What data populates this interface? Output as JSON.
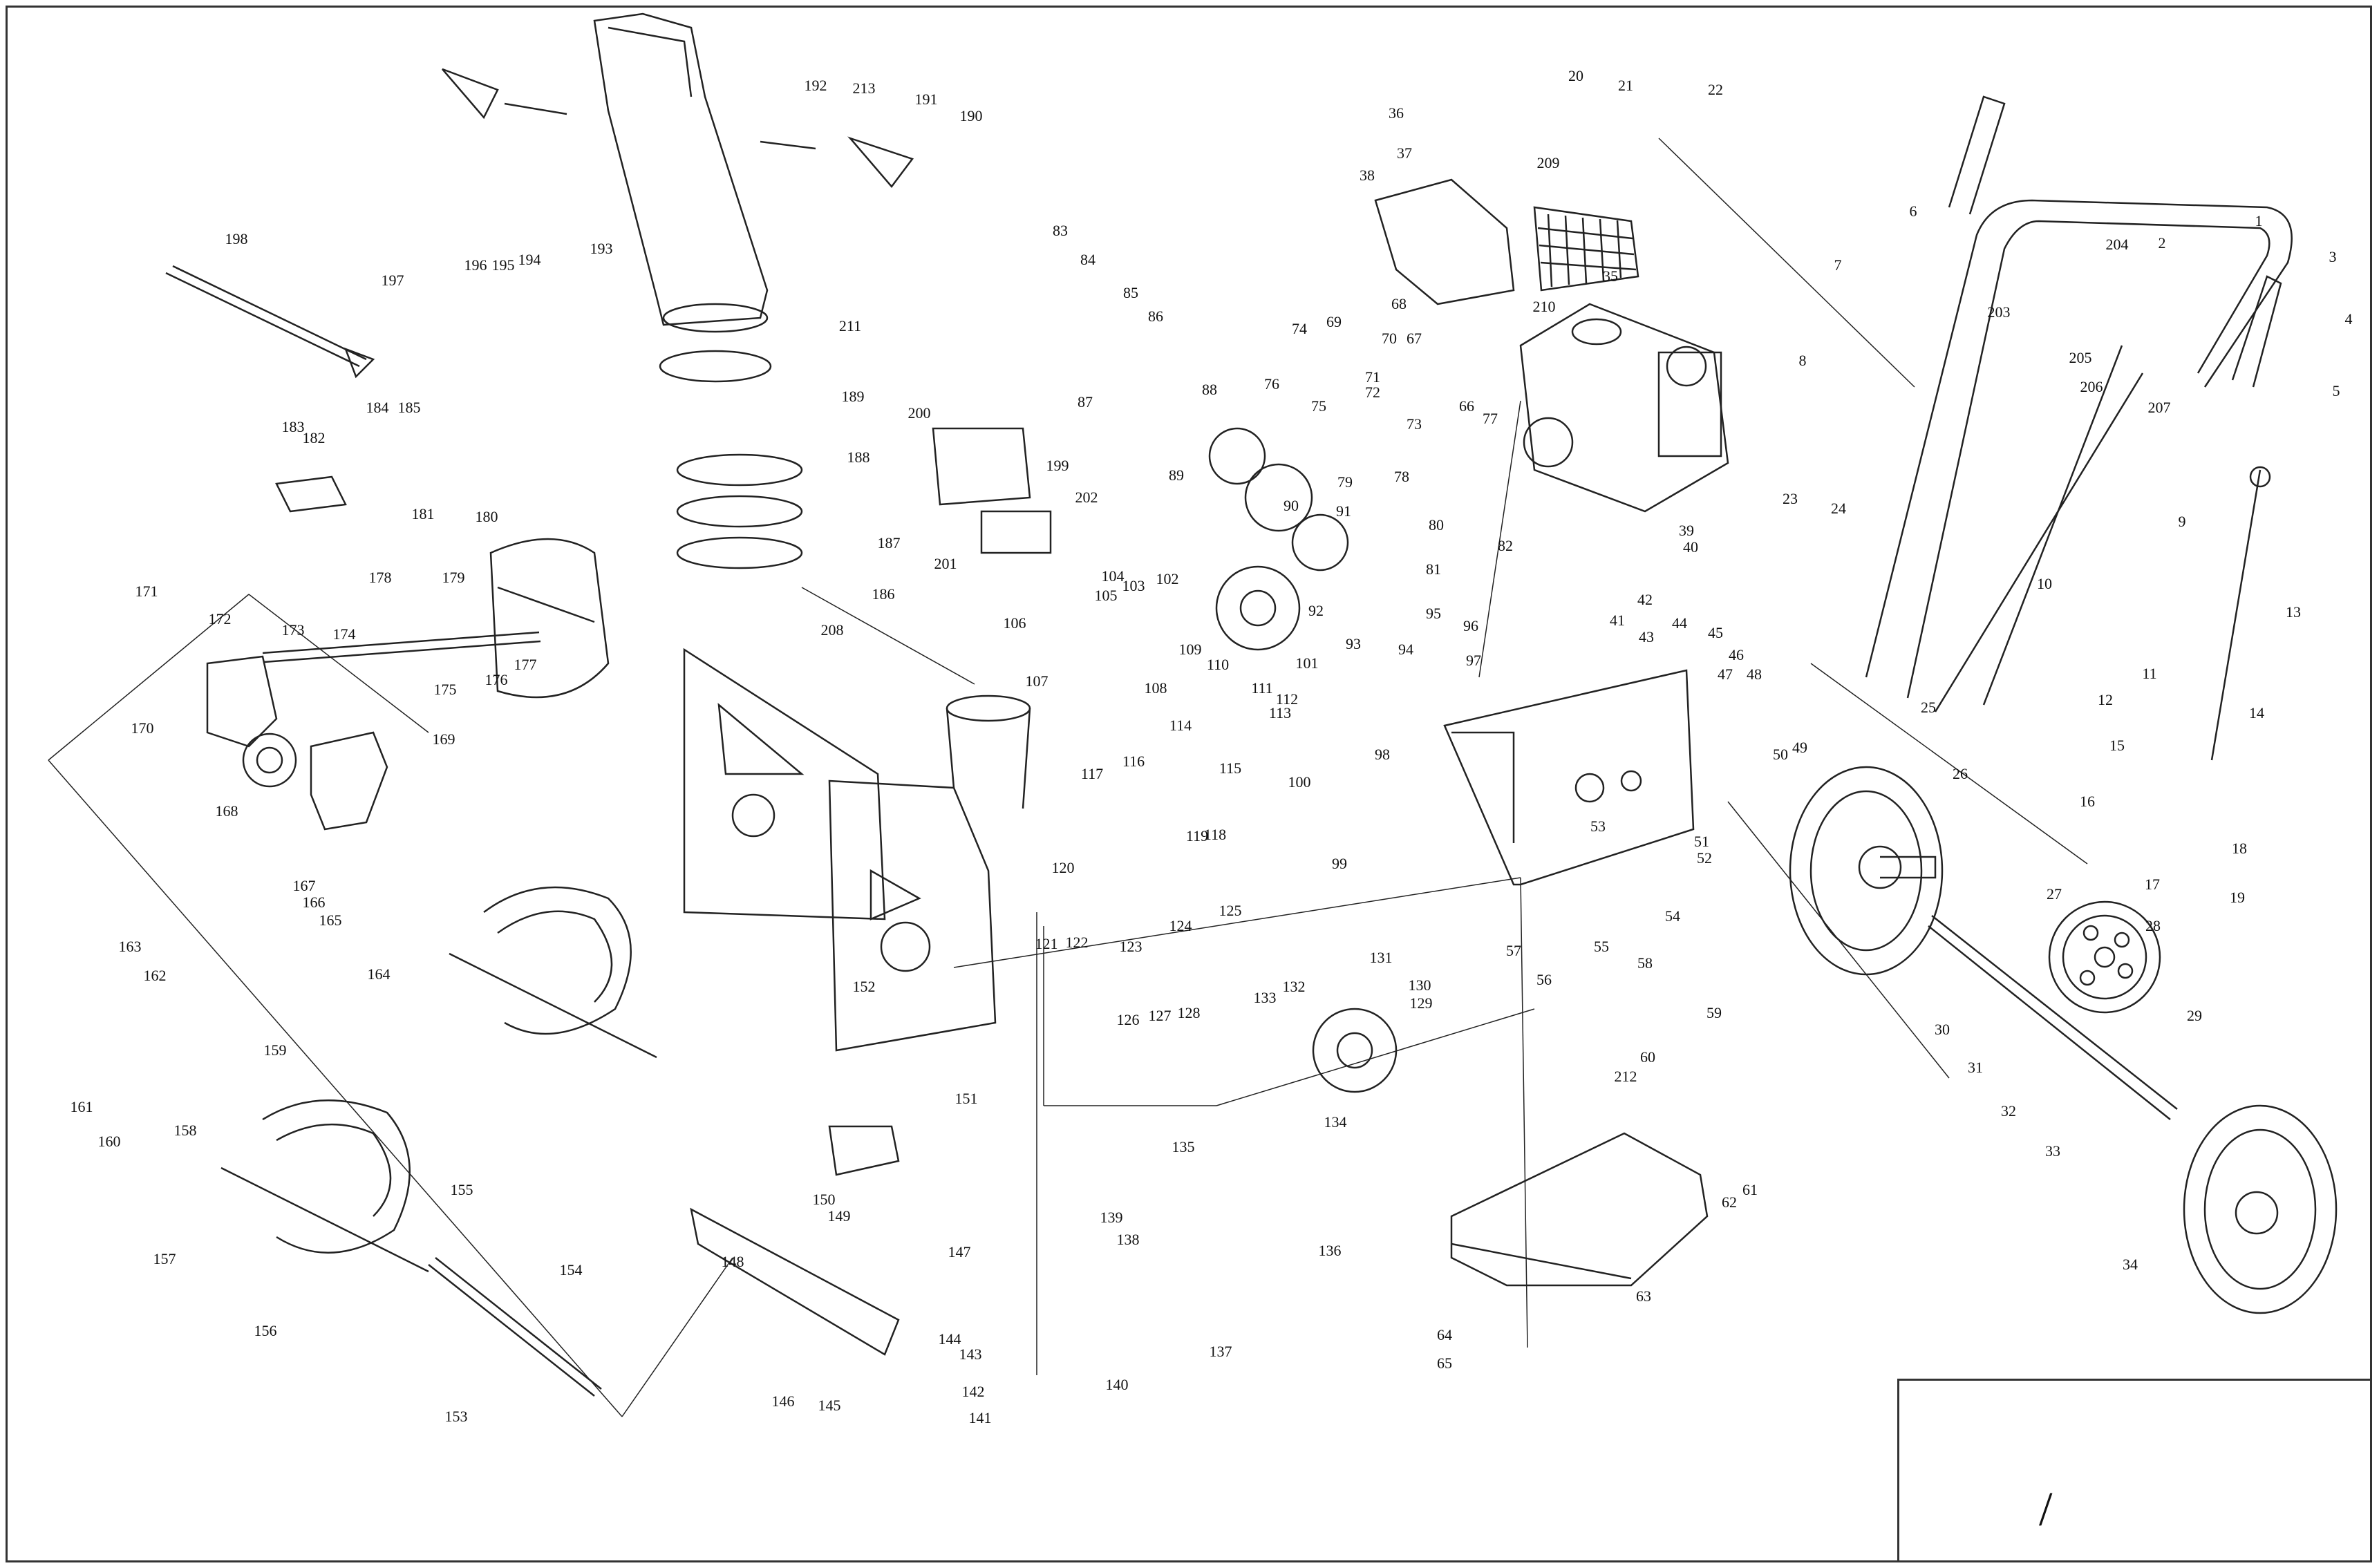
{
  "title_mark": "/",
  "callouts": [
    [
      "1",
      [
        3268,
        320
      ]
    ],
    [
      "2",
      [
        3128,
        352
      ]
    ],
    [
      "3",
      [
        3375,
        372
      ]
    ],
    [
      "4",
      [
        3398,
        462
      ]
    ],
    [
      "5",
      [
        3380,
        566
      ]
    ],
    [
      "6",
      [
        2768,
        306
      ]
    ],
    [
      "7",
      [
        2659,
        384
      ]
    ],
    [
      "8",
      [
        2608,
        522
      ]
    ],
    [
      "9",
      [
        3157,
        755
      ]
    ],
    [
      "10",
      [
        2958,
        845
      ]
    ],
    [
      "11",
      [
        3110,
        975
      ]
    ],
    [
      "12",
      [
        3046,
        1013
      ]
    ],
    [
      "13",
      [
        3318,
        886
      ]
    ],
    [
      "14",
      [
        3265,
        1032
      ]
    ],
    [
      "15",
      [
        3063,
        1079
      ]
    ],
    [
      "16",
      [
        3020,
        1160
      ]
    ],
    [
      "17",
      [
        3114,
        1280
      ]
    ],
    [
      "18",
      [
        3240,
        1228
      ]
    ],
    [
      "19",
      [
        3237,
        1299
      ]
    ],
    [
      "20",
      [
        2280,
        110
      ]
    ],
    [
      "21",
      [
        2352,
        124
      ]
    ],
    [
      "22",
      [
        2482,
        130
      ]
    ],
    [
      "23",
      [
        2590,
        722
      ]
    ],
    [
      "24",
      [
        2660,
        736
      ]
    ],
    [
      "25",
      [
        2790,
        1024
      ]
    ],
    [
      "26",
      [
        2836,
        1120
      ]
    ],
    [
      "27",
      [
        2972,
        1294
      ]
    ],
    [
      "28",
      [
        3115,
        1340
      ]
    ],
    [
      "29",
      [
        3175,
        1470
      ]
    ],
    [
      "30",
      [
        2810,
        1490
      ]
    ],
    [
      "31",
      [
        2858,
        1545
      ]
    ],
    [
      "32",
      [
        2906,
        1608
      ]
    ],
    [
      "33",
      [
        2970,
        1666
      ]
    ],
    [
      "34",
      [
        3082,
        1830
      ]
    ],
    [
      "35",
      [
        2330,
        400
      ]
    ],
    [
      "36",
      [
        2020,
        164
      ]
    ],
    [
      "37",
      [
        2032,
        222
      ]
    ],
    [
      "38",
      [
        1978,
        254
      ]
    ],
    [
      "39",
      [
        2440,
        768
      ]
    ],
    [
      "40",
      [
        2446,
        792
      ]
    ],
    [
      "41",
      [
        2340,
        898
      ]
    ],
    [
      "42",
      [
        2380,
        868
      ]
    ],
    [
      "43",
      [
        2382,
        922
      ]
    ],
    [
      "44",
      [
        2430,
        902
      ]
    ],
    [
      "45",
      [
        2482,
        916
      ]
    ],
    [
      "46",
      [
        2512,
        948
      ]
    ],
    [
      "47",
      [
        2496,
        976
      ]
    ],
    [
      "48",
      [
        2538,
        976
      ]
    ],
    [
      "49",
      [
        2604,
        1082
      ]
    ],
    [
      "50",
      [
        2576,
        1092
      ]
    ],
    [
      "51",
      [
        2462,
        1218
      ]
    ],
    [
      "52",
      [
        2466,
        1242
      ]
    ],
    [
      "53",
      [
        2312,
        1196
      ]
    ],
    [
      "54",
      [
        2420,
        1326
      ]
    ],
    [
      "55",
      [
        2317,
        1370
      ]
    ],
    [
      "56",
      [
        2234,
        1418
      ]
    ],
    [
      "57",
      [
        2190,
        1376
      ]
    ],
    [
      "58",
      [
        2380,
        1394
      ]
    ],
    [
      "59",
      [
        2480,
        1466
      ]
    ],
    [
      "60",
      [
        2384,
        1530
      ]
    ],
    [
      "61",
      [
        2532,
        1722
      ]
    ],
    [
      "62",
      [
        2502,
        1740
      ]
    ],
    [
      "63",
      [
        2378,
        1876
      ]
    ],
    [
      "64",
      [
        2090,
        1932
      ]
    ],
    [
      "65",
      [
        2090,
        1973
      ]
    ],
    [
      "66",
      [
        2122,
        588
      ]
    ],
    [
      "67",
      [
        2046,
        490
      ]
    ],
    [
      "68",
      [
        2024,
        440
      ]
    ],
    [
      "69",
      [
        1930,
        466
      ]
    ],
    [
      "70",
      [
        2010,
        490
      ]
    ],
    [
      "71",
      [
        1986,
        546
      ]
    ],
    [
      "72",
      [
        1986,
        568
      ]
    ],
    [
      "73",
      [
        2046,
        614
      ]
    ],
    [
      "74",
      [
        1880,
        476
      ]
    ],
    [
      "75",
      [
        1908,
        588
      ]
    ],
    [
      "76",
      [
        1840,
        556
      ]
    ],
    [
      "77",
      [
        2156,
        606
      ]
    ],
    [
      "78",
      [
        2028,
        690
      ]
    ],
    [
      "79",
      [
        1946,
        698
      ]
    ],
    [
      "80",
      [
        2078,
        760
      ]
    ],
    [
      "81",
      [
        2074,
        824
      ]
    ],
    [
      "82",
      [
        2178,
        790
      ]
    ],
    [
      "83",
      [
        1534,
        334
      ]
    ],
    [
      "84",
      [
        1574,
        376
      ]
    ],
    [
      "85",
      [
        1636,
        424
      ]
    ],
    [
      "86",
      [
        1672,
        458
      ]
    ],
    [
      "87",
      [
        1570,
        582
      ]
    ],
    [
      "88",
      [
        1750,
        564
      ]
    ],
    [
      "89",
      [
        1702,
        688
      ]
    ],
    [
      "90",
      [
        1868,
        732
      ]
    ],
    [
      "91",
      [
        1944,
        740
      ]
    ],
    [
      "92",
      [
        1904,
        884
      ]
    ],
    [
      "93",
      [
        1958,
        932
      ]
    ],
    [
      "94",
      [
        2034,
        940
      ]
    ],
    [
      "95",
      [
        2074,
        888
      ]
    ],
    [
      "96",
      [
        2128,
        906
      ]
    ],
    [
      "97",
      [
        2132,
        956
      ]
    ],
    [
      "98",
      [
        2000,
        1092
      ]
    ],
    [
      "99",
      [
        1938,
        1250
      ]
    ],
    [
      "100",
      [
        1880,
        1132
      ]
    ],
    [
      "101",
      [
        1891,
        960
      ]
    ],
    [
      "102",
      [
        1689,
        838
      ]
    ],
    [
      "103",
      [
        1640,
        848
      ]
    ],
    [
      "104",
      [
        1610,
        834
      ]
    ],
    [
      "105",
      [
        1600,
        862
      ]
    ],
    [
      "106",
      [
        1468,
        902
      ]
    ],
    [
      "107",
      [
        1500,
        986
      ]
    ],
    [
      "108",
      [
        1672,
        996
      ]
    ],
    [
      "109",
      [
        1722,
        940
      ]
    ],
    [
      "110",
      [
        1762,
        962
      ]
    ],
    [
      "111",
      [
        1826,
        996
      ]
    ],
    [
      "112",
      [
        1862,
        1012
      ]
    ],
    [
      "113",
      [
        1852,
        1032
      ]
    ],
    [
      "114",
      [
        1708,
        1050
      ]
    ],
    [
      "115",
      [
        1780,
        1112
      ]
    ],
    [
      "116",
      [
        1640,
        1102
      ]
    ],
    [
      "117",
      [
        1580,
        1120
      ]
    ],
    [
      "118",
      [
        1758,
        1208
      ]
    ],
    [
      "119",
      [
        1732,
        1210
      ]
    ],
    [
      "120",
      [
        1538,
        1256
      ]
    ],
    [
      "121",
      [
        1514,
        1366
      ]
    ],
    [
      "122",
      [
        1558,
        1364
      ]
    ],
    [
      "123",
      [
        1636,
        1370
      ]
    ],
    [
      "124",
      [
        1708,
        1340
      ]
    ],
    [
      "125",
      [
        1780,
        1318
      ]
    ],
    [
      "126",
      [
        1632,
        1476
      ]
    ],
    [
      "127",
      [
        1678,
        1470
      ]
    ],
    [
      "128",
      [
        1720,
        1466
      ]
    ],
    [
      "129",
      [
        2056,
        1452
      ]
    ],
    [
      "130",
      [
        2054,
        1426
      ]
    ],
    [
      "131",
      [
        1998,
        1386
      ]
    ],
    [
      "132",
      [
        1872,
        1428
      ]
    ],
    [
      "133",
      [
        1830,
        1444
      ]
    ],
    [
      "134",
      [
        1932,
        1624
      ]
    ],
    [
      "135",
      [
        1712,
        1660
      ]
    ],
    [
      "136",
      [
        1924,
        1810
      ]
    ],
    [
      "137",
      [
        1766,
        1956
      ]
    ],
    [
      "138",
      [
        1632,
        1794
      ]
    ],
    [
      "139",
      [
        1608,
        1762
      ]
    ],
    [
      "140",
      [
        1616,
        2004
      ]
    ],
    [
      "141",
      [
        1418,
        2052
      ]
    ],
    [
      "142",
      [
        1408,
        2014
      ]
    ],
    [
      "143",
      [
        1404,
        1960
      ]
    ],
    [
      "144",
      [
        1374,
        1938
      ]
    ],
    [
      "145",
      [
        1200,
        2034
      ]
    ],
    [
      "146",
      [
        1133,
        2028
      ]
    ],
    [
      "147",
      [
        1388,
        1812
      ]
    ],
    [
      "148",
      [
        1060,
        1826
      ]
    ],
    [
      "149",
      [
        1214,
        1760
      ]
    ],
    [
      "150",
      [
        1192,
        1736
      ]
    ],
    [
      "151",
      [
        1398,
        1590
      ]
    ],
    [
      "152",
      [
        1250,
        1428
      ]
    ],
    [
      "153",
      [
        660,
        2050
      ]
    ],
    [
      "154",
      [
        826,
        1838
      ]
    ],
    [
      "155",
      [
        668,
        1722
      ]
    ],
    [
      "156",
      [
        384,
        1926
      ]
    ],
    [
      "157",
      [
        238,
        1822
      ]
    ],
    [
      "158",
      [
        268,
        1636
      ]
    ],
    [
      "159",
      [
        398,
        1520
      ]
    ],
    [
      "160",
      [
        158,
        1652
      ]
    ],
    [
      "161",
      [
        118,
        1602
      ]
    ],
    [
      "162",
      [
        224,
        1412
      ]
    ],
    [
      "163",
      [
        188,
        1370
      ]
    ],
    [
      "164",
      [
        548,
        1410
      ]
    ],
    [
      "165",
      [
        478,
        1332
      ]
    ],
    [
      "166",
      [
        454,
        1306
      ]
    ],
    [
      "167",
      [
        440,
        1282
      ]
    ],
    [
      "168",
      [
        328,
        1174
      ]
    ],
    [
      "169",
      [
        642,
        1070
      ]
    ],
    [
      "170",
      [
        206,
        1054
      ]
    ],
    [
      "171",
      [
        212,
        856
      ]
    ],
    [
      "172",
      [
        318,
        896
      ]
    ],
    [
      "173",
      [
        424,
        912
      ]
    ],
    [
      "174",
      [
        498,
        918
      ]
    ],
    [
      "175",
      [
        644,
        998
      ]
    ],
    [
      "176",
      [
        718,
        984
      ]
    ],
    [
      "177",
      [
        760,
        962
      ]
    ],
    [
      "178",
      [
        550,
        836
      ]
    ],
    [
      "179",
      [
        656,
        836
      ]
    ],
    [
      "180",
      [
        704,
        748
      ]
    ],
    [
      "181",
      [
        612,
        744
      ]
    ],
    [
      "182",
      [
        454,
        634
      ]
    ],
    [
      "183",
      [
        424,
        618
      ]
    ],
    [
      "184",
      [
        546,
        590
      ]
    ],
    [
      "185",
      [
        592,
        590
      ]
    ],
    [
      "186",
      [
        1278,
        860
      ]
    ],
    [
      "187",
      [
        1286,
        786
      ]
    ],
    [
      "188",
      [
        1242,
        662
      ]
    ],
    [
      "189",
      [
        1234,
        574
      ]
    ],
    [
      "190",
      [
        1405,
        168
      ]
    ],
    [
      "191",
      [
        1340,
        144
      ]
    ],
    [
      "192",
      [
        1180,
        124
      ]
    ],
    [
      "193",
      [
        870,
        360
      ]
    ],
    [
      "194",
      [
        766,
        376
      ]
    ],
    [
      "195",
      [
        728,
        384
      ]
    ],
    [
      "196",
      [
        688,
        384
      ]
    ],
    [
      "197",
      [
        568,
        406
      ]
    ],
    [
      "198",
      [
        342,
        346
      ]
    ],
    [
      "199",
      [
        1530,
        674
      ]
    ],
    [
      "200",
      [
        1330,
        598
      ]
    ],
    [
      "201",
      [
        1368,
        816
      ]
    ],
    [
      "202",
      [
        1572,
        720
      ]
    ],
    [
      "203",
      [
        2892,
        452
      ]
    ],
    [
      "204",
      [
        3063,
        354
      ]
    ],
    [
      "205",
      [
        3010,
        518
      ]
    ],
    [
      "206",
      [
        3026,
        560
      ]
    ],
    [
      "207",
      [
        3124,
        590
      ]
    ],
    [
      "208",
      [
        1204,
        912
      ]
    ],
    [
      "209",
      [
        2240,
        236
      ]
    ],
    [
      "210",
      [
        2234,
        444
      ]
    ],
    [
      "211",
      [
        1230,
        472
      ]
    ],
    [
      "212",
      [
        2352,
        1558
      ]
    ],
    [
      "213",
      [
        1250,
        128
      ]
    ]
  ]
}
